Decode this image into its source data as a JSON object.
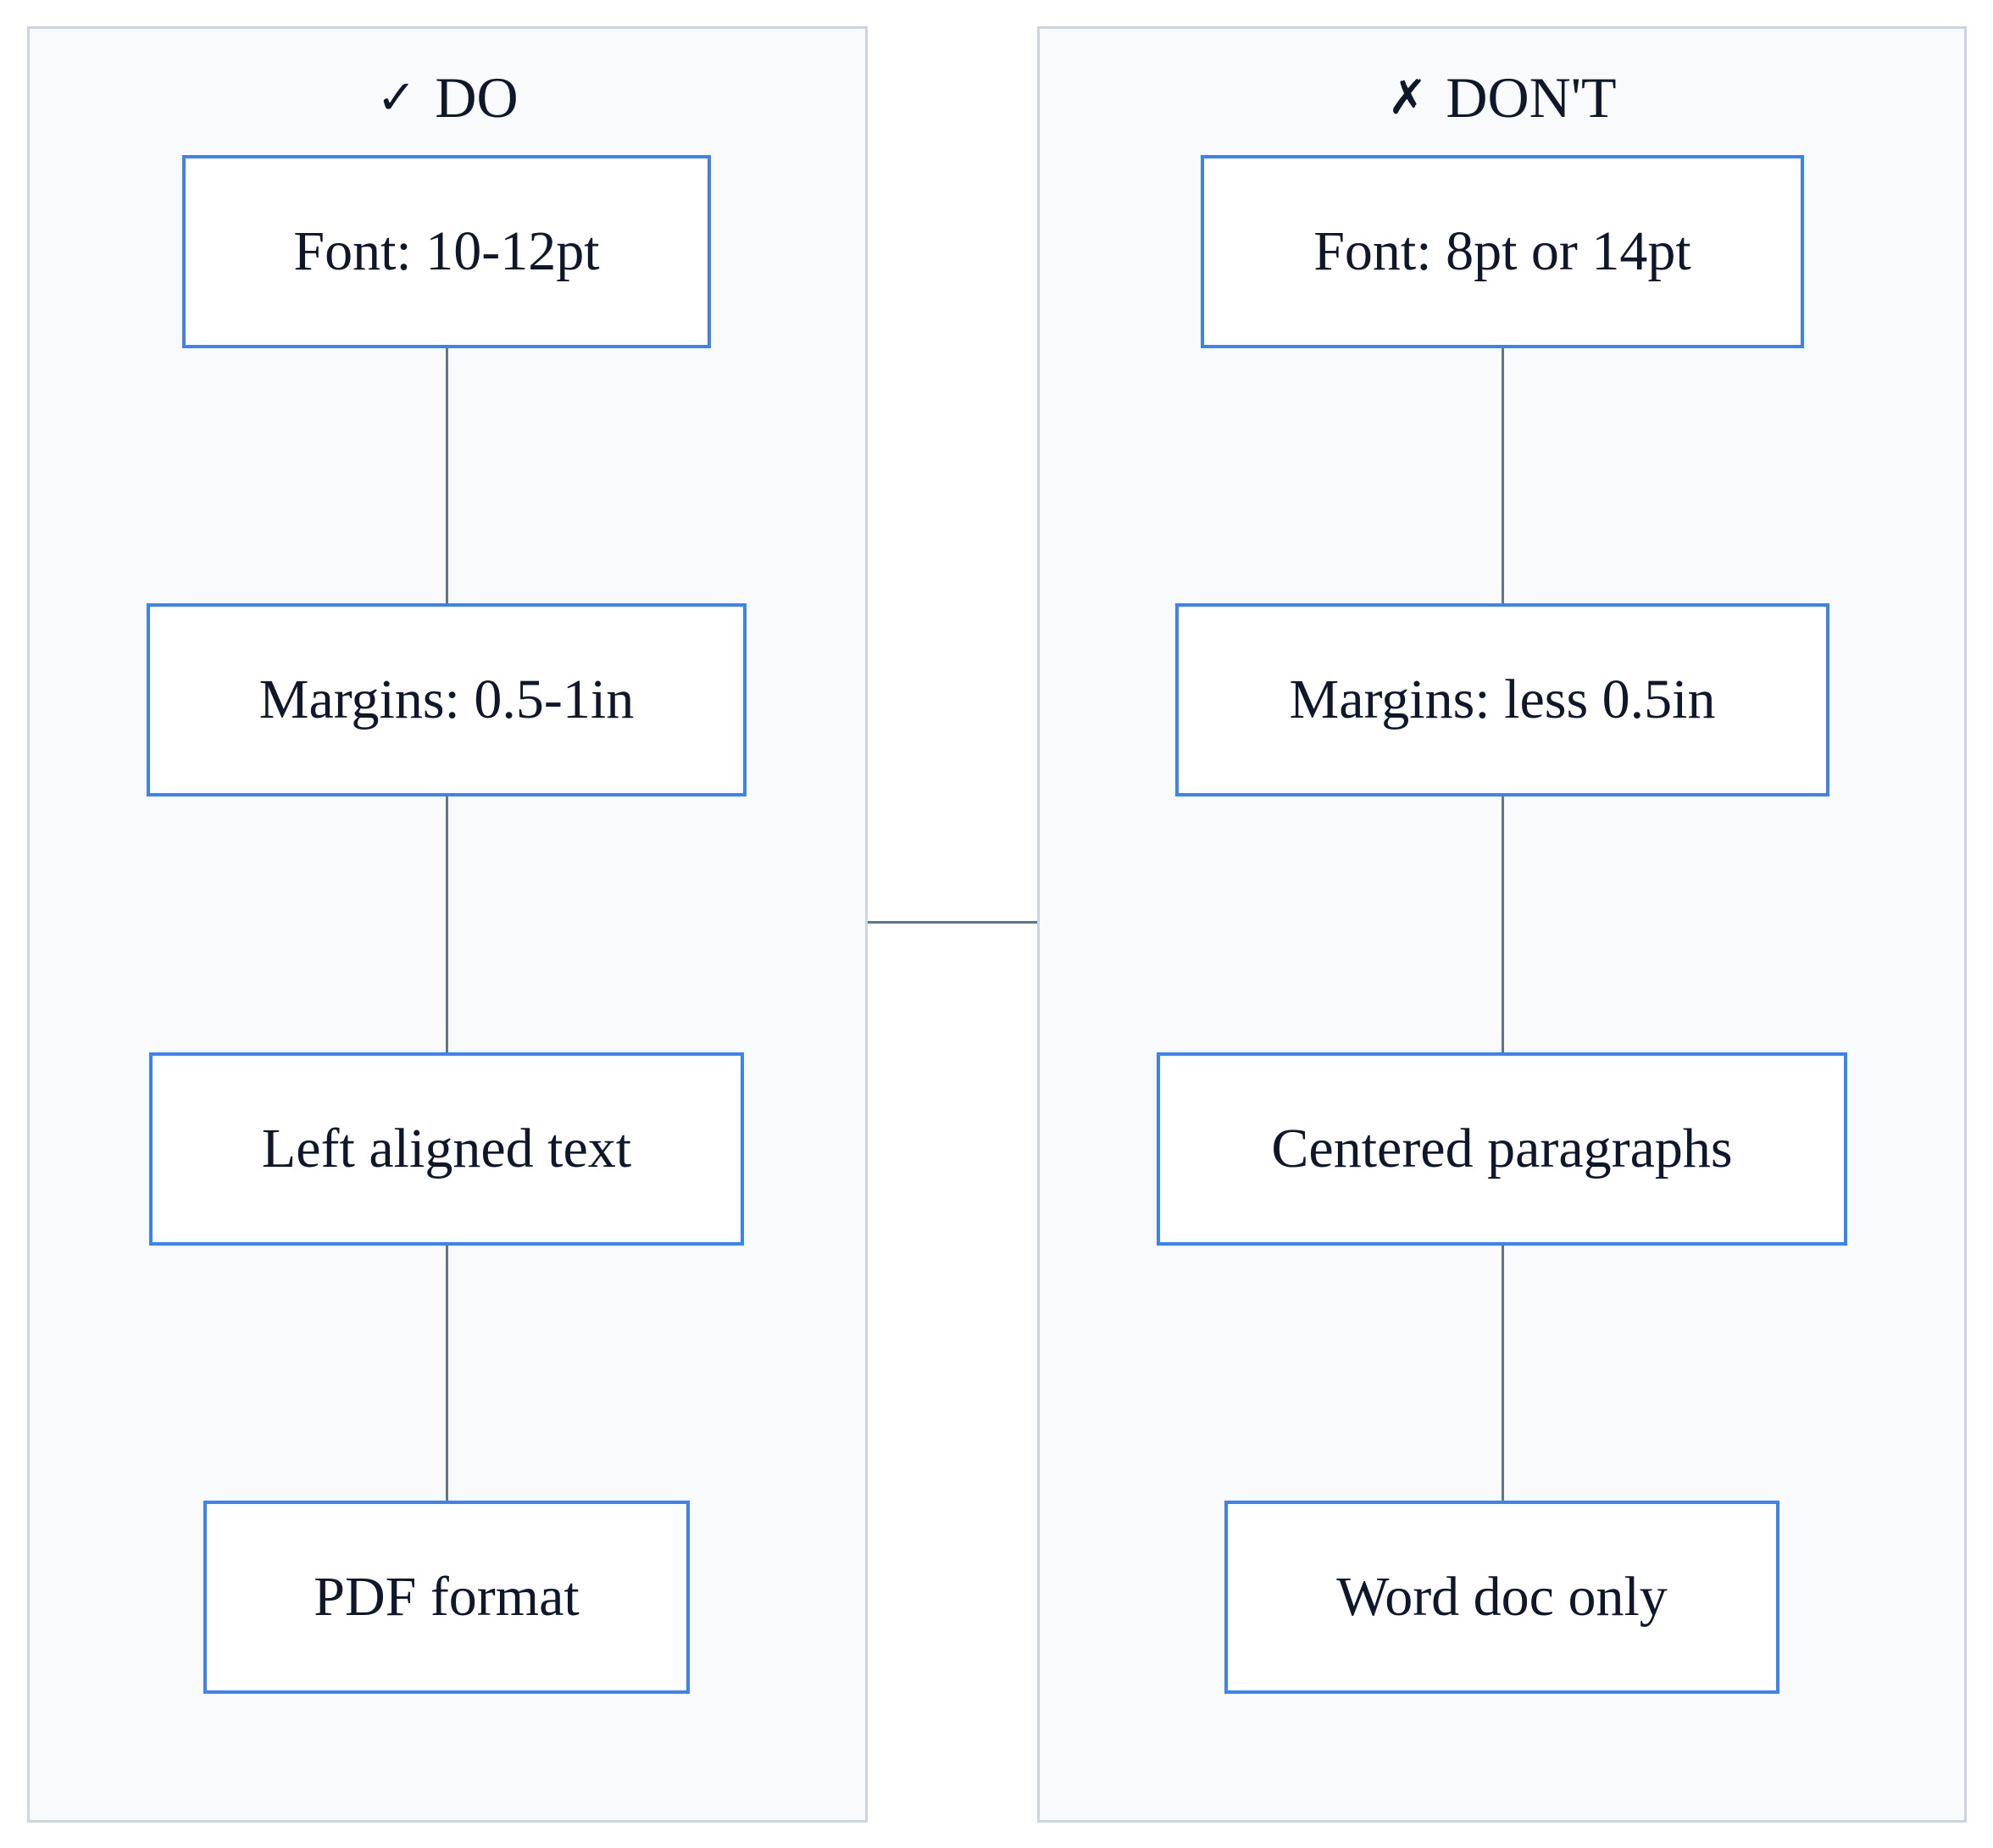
{
  "colors": {
    "panel_background": "#f8fafc",
    "panel_border": "#cbd5e1",
    "node_border": "#3b82f6",
    "node_fill": "#ffffff",
    "edge": "#64748b",
    "text": "#0f172a"
  },
  "panels": {
    "do": {
      "icon": "check-icon",
      "glyph": "✓",
      "title": "DO",
      "nodes": [
        "Font: 10-12pt",
        "Margins: 0.5-1in",
        "Left aligned text",
        "PDF format"
      ]
    },
    "dont": {
      "icon": "cross-icon",
      "glyph": "✗",
      "title": "DON'T",
      "nodes": [
        "Font: 8pt or 14pt",
        "Margins: less 0.5in",
        "Centered paragraphs",
        "Word doc only"
      ]
    }
  }
}
